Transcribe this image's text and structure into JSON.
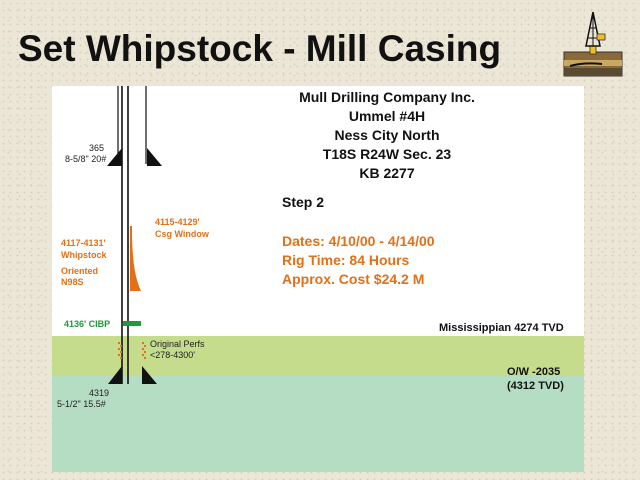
{
  "slide": {
    "title": "Set Whipstock - Mill Casing"
  },
  "well_info": {
    "company": "Mull Drilling Company Inc.",
    "well": "Ummel #4H",
    "field": "Ness City North",
    "location": "T18S R24W Sec. 23",
    "kb": "KB 2277",
    "step": "Step 2",
    "dates": "Dates: 4/10/00 - 4/14/00",
    "rig_time": "Rig Time: 84 Hours",
    "cost": "Approx. Cost $24.2 M"
  },
  "annotations": {
    "surface_depth": "365",
    "surface_casing": "8-5/8\" 20#",
    "window_depth": "4115-4129'",
    "window_label": "Csg Window",
    "whipstock_depth": "4117-4131'",
    "whipstock_label": "Whipstock",
    "oriented_label": "Oriented",
    "oriented_value": "N98S",
    "cibp": "4136' CIBP",
    "perfs_label": "Original Perfs",
    "perfs_depth": "<278-4300'",
    "prod_depth": "4319",
    "prod_casing": "5-1/2\" 15.5#"
  },
  "formations": {
    "mississippian": "Mississippian 4274 TVD",
    "ow_contact": "O/W -2035",
    "ow_tvd": "(4312 TVD)"
  },
  "colors": {
    "mississippian_band": "#c5dc8c",
    "water_band": "#b5ddc4",
    "whipstock": "#e27018",
    "cibp": "#1e9a3c",
    "background": "#ece6d6"
  }
}
